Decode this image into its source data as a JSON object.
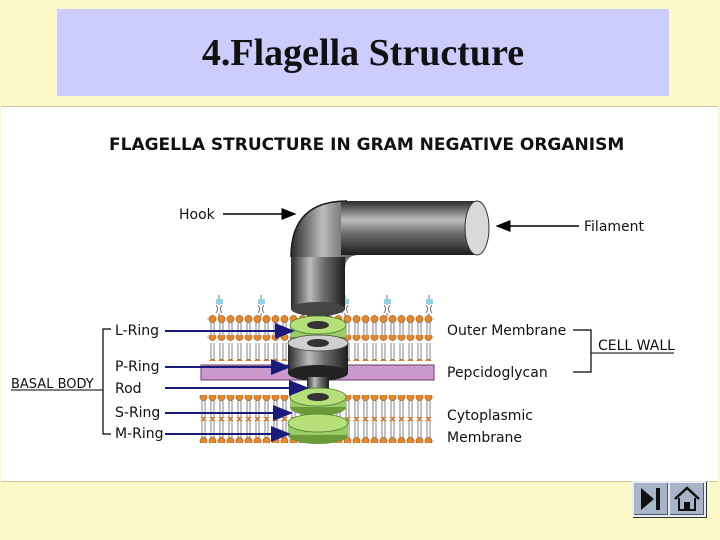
{
  "slide": {
    "title": "4.Flagella Structure"
  },
  "diagram": {
    "heading": "FLAGELLA STRUCTURE IN GRAM NEGATIVE ORGANISM",
    "labels": {
      "hook": "Hook",
      "filament": "Filament",
      "l_ring": "L-Ring",
      "p_ring": "P-Ring",
      "rod": "Rod",
      "s_ring": "S-Ring",
      "m_ring": "M-Ring",
      "basal_body": "BASAL BODY",
      "outer_membrane": "Outer Membrane",
      "peptidoglycan": "Pepcidoglycan",
      "cytoplasmic_1": "Cytoplasmic",
      "cytoplasmic_2": "Membrane",
      "cell_wall": "CELL WALL"
    }
  },
  "nav": {
    "next_icon": "skip-forward-icon",
    "home_icon": "home-icon"
  },
  "colors": {
    "background": "#fcf9c8",
    "title_bar": "#ccccff",
    "ring": "#99cc66",
    "peptidoglycan": "#cc99cc",
    "lipid_head": "#e8862a",
    "arrow": "#1a1a7a"
  }
}
